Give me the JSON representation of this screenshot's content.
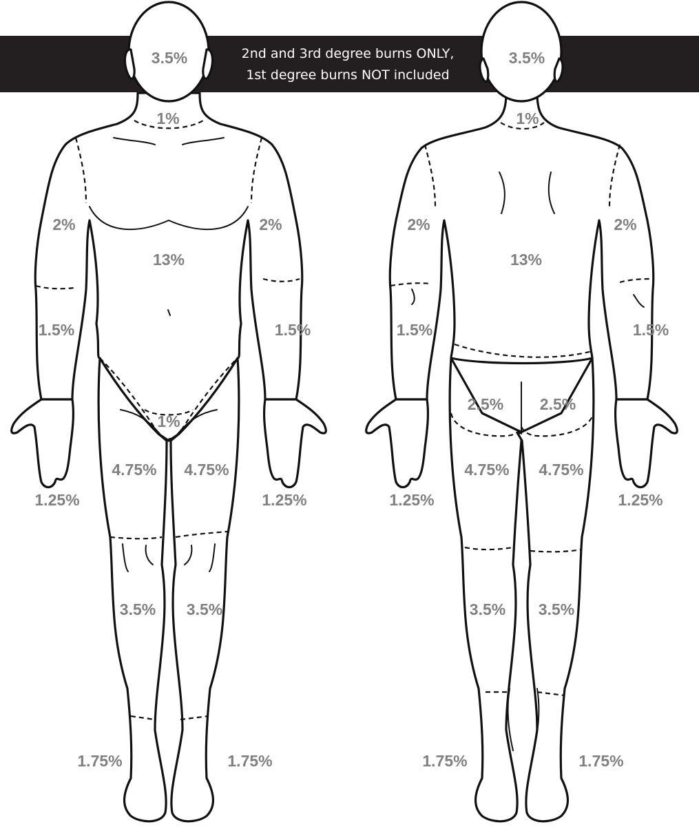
{
  "banner": {
    "line1": "2nd and 3rd degree burns ONLY,",
    "line2": "1st degree burns NOT included"
  },
  "colors": {
    "banner": "#231f20",
    "label": "#808080",
    "outline": "#111111"
  },
  "front": {
    "head": "3.5%",
    "neck": "1%",
    "upper_arm_left": "2%",
    "upper_arm_right": "2%",
    "torso": "13%",
    "forearm_left": "1.5%",
    "forearm_right": "1.5%",
    "groin": "1%",
    "hand_left": "1.25%",
    "hand_right": "1.25%",
    "thigh_left": "4.75%",
    "thigh_right": "4.75%",
    "lower_leg_left": "3.5%",
    "lower_leg_right": "3.5%",
    "foot_left": "1.75%",
    "foot_right": "1.75%"
  },
  "back": {
    "head": "3.5%",
    "neck": "1%",
    "upper_arm_left": "2%",
    "upper_arm_right": "2%",
    "torso": "13%",
    "forearm_left": "1.5%",
    "forearm_right": "1.5%",
    "buttock_left": "2.5%",
    "buttock_right": "2.5%",
    "hand_left": "1.25%",
    "hand_right": "1.25%",
    "thigh_left": "4.75%",
    "thigh_right": "4.75%",
    "lower_leg_left": "3.5%",
    "lower_leg_right": "3.5%",
    "foot_left": "1.75%",
    "foot_right": "1.75%"
  }
}
